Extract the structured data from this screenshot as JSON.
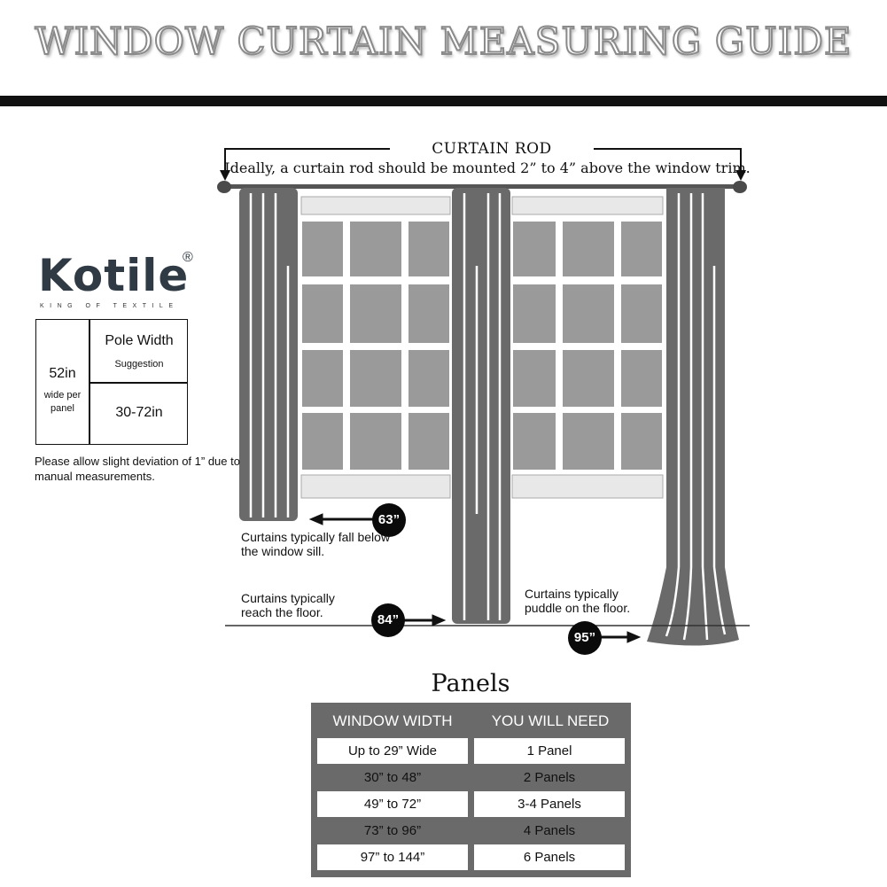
{
  "title": "WINDOW CURTAIN MEASURING GUIDE",
  "rod": {
    "label": "CURTAIN ROD",
    "note": "Ideally, a curtain rod should be mounted 2” to 4” above the window trim."
  },
  "brand": {
    "name": "Kotile",
    "registered": "®",
    "tagline": "KING OF TEXTILE"
  },
  "spec": {
    "panel_width": "52in",
    "panel_width_sub": "wide per panel",
    "pole_title": "Pole Width",
    "pole_sub": "Suggestion",
    "pole_range": "30-72in"
  },
  "deviation_note": "Please allow slight deviation of 1” due to manual measurements.",
  "lengths": [
    {
      "value": "63”",
      "note": "Curtains typically fall below the window sill."
    },
    {
      "value": "84”",
      "note": "Curtains typically reach the floor."
    },
    {
      "value": "95”",
      "note": "Curtains typically puddle on the floor."
    }
  ],
  "panels": {
    "title": "Panels",
    "headers": [
      "WINDOW WIDTH",
      "YOU WILL NEED"
    ],
    "rows": [
      [
        "Up to 29” Wide",
        "1 Panel"
      ],
      [
        "30” to 48”",
        "2 Panels"
      ],
      [
        "49” to 72”",
        "3-4 Panels"
      ],
      [
        "73” to 96”",
        "4 Panels"
      ],
      [
        "97” to 144”",
        "6 Panels"
      ]
    ]
  },
  "colors": {
    "curtain": "#6a6a6a",
    "pane": "#9a9a9a",
    "table_bg": "#6a6a6a",
    "badge": "#0a0a0a"
  }
}
